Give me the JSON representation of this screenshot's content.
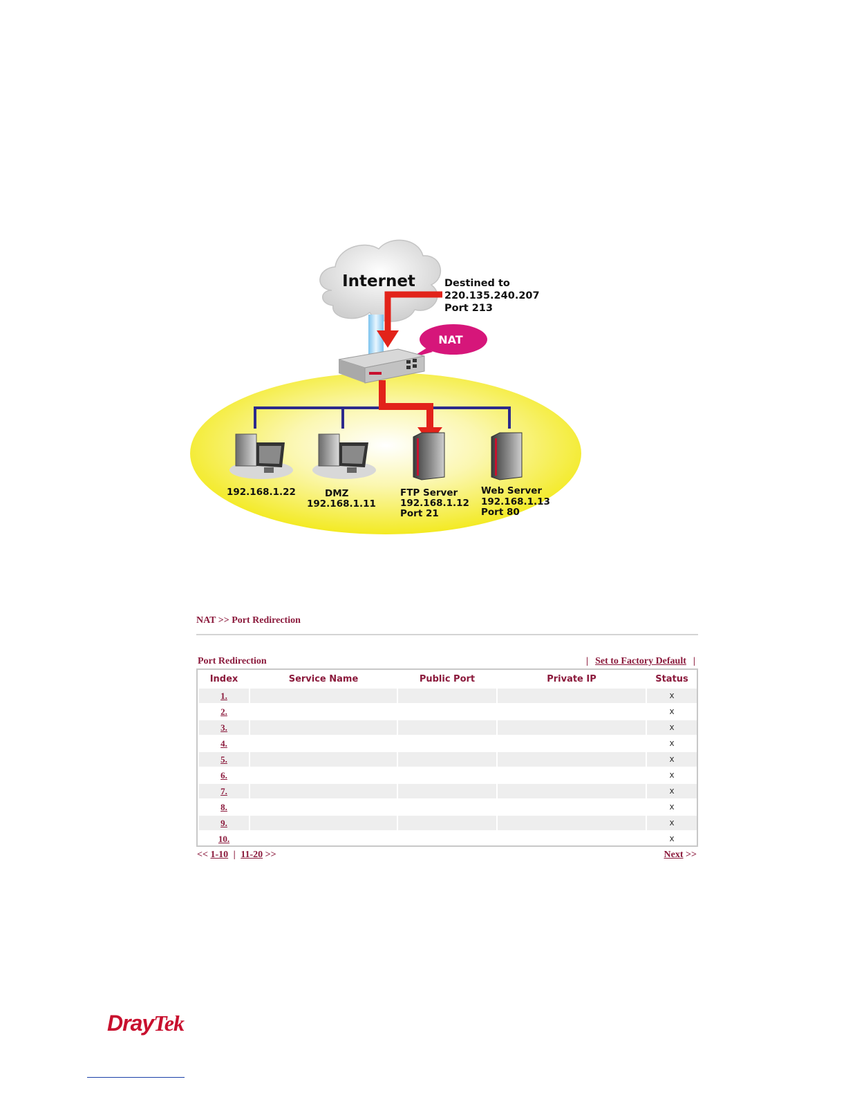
{
  "diagram": {
    "internet_label": "Internet",
    "destination": [
      "Destined to",
      "220.135.240.207",
      "Port 213"
    ],
    "nat_label": "NAT",
    "hosts": [
      {
        "lines": [
          "192.168.1.22"
        ],
        "icon": "desktop-pc-icon"
      },
      {
        "lines": [
          "DMZ",
          "192.168.1.11"
        ],
        "icon": "desktop-pc-icon"
      },
      {
        "lines": [
          "FTP Server",
          "192.168.1.12",
          "Port 21"
        ],
        "icon": "server-tower-icon"
      },
      {
        "lines": [
          "Web Server",
          "192.168.1.13",
          "Port 80"
        ],
        "icon": "server-tower-icon"
      }
    ],
    "colors": {
      "arrow": "#e2231a",
      "nat_bubble": "#d6167a",
      "lan_fill": "#f6ef2e",
      "lan_line": "#2c2a8c"
    }
  },
  "panel": {
    "breadcrumb": "NAT >> Port Redirection",
    "section_title": "Port Redirection",
    "factory_default": "Set to Factory Default",
    "separator": "|",
    "columns": [
      "Index",
      "Service Name",
      "Public Port",
      "Private IP",
      "Status"
    ],
    "rows": [
      {
        "index": "1.",
        "status": "x"
      },
      {
        "index": "2.",
        "status": "x"
      },
      {
        "index": "3.",
        "status": "x"
      },
      {
        "index": "4.",
        "status": "x"
      },
      {
        "index": "5.",
        "status": "x"
      },
      {
        "index": "6.",
        "status": "x"
      },
      {
        "index": "7.",
        "status": "x"
      },
      {
        "index": "8.",
        "status": "x"
      },
      {
        "index": "9.",
        "status": "x"
      },
      {
        "index": "10.",
        "status": "x"
      }
    ],
    "pager": {
      "prev": "<<",
      "page1": "1-10",
      "page2": "11-20",
      "next_arrows": ">>",
      "next": "Next"
    },
    "colors": {
      "text": "#8b1a3c",
      "row_stripe": "#eeeeee",
      "border": "#c8c8c8"
    }
  },
  "footer": {
    "brand_a": "Dray",
    "brand_b": "Tek",
    "brand_color": "#c8102e"
  }
}
